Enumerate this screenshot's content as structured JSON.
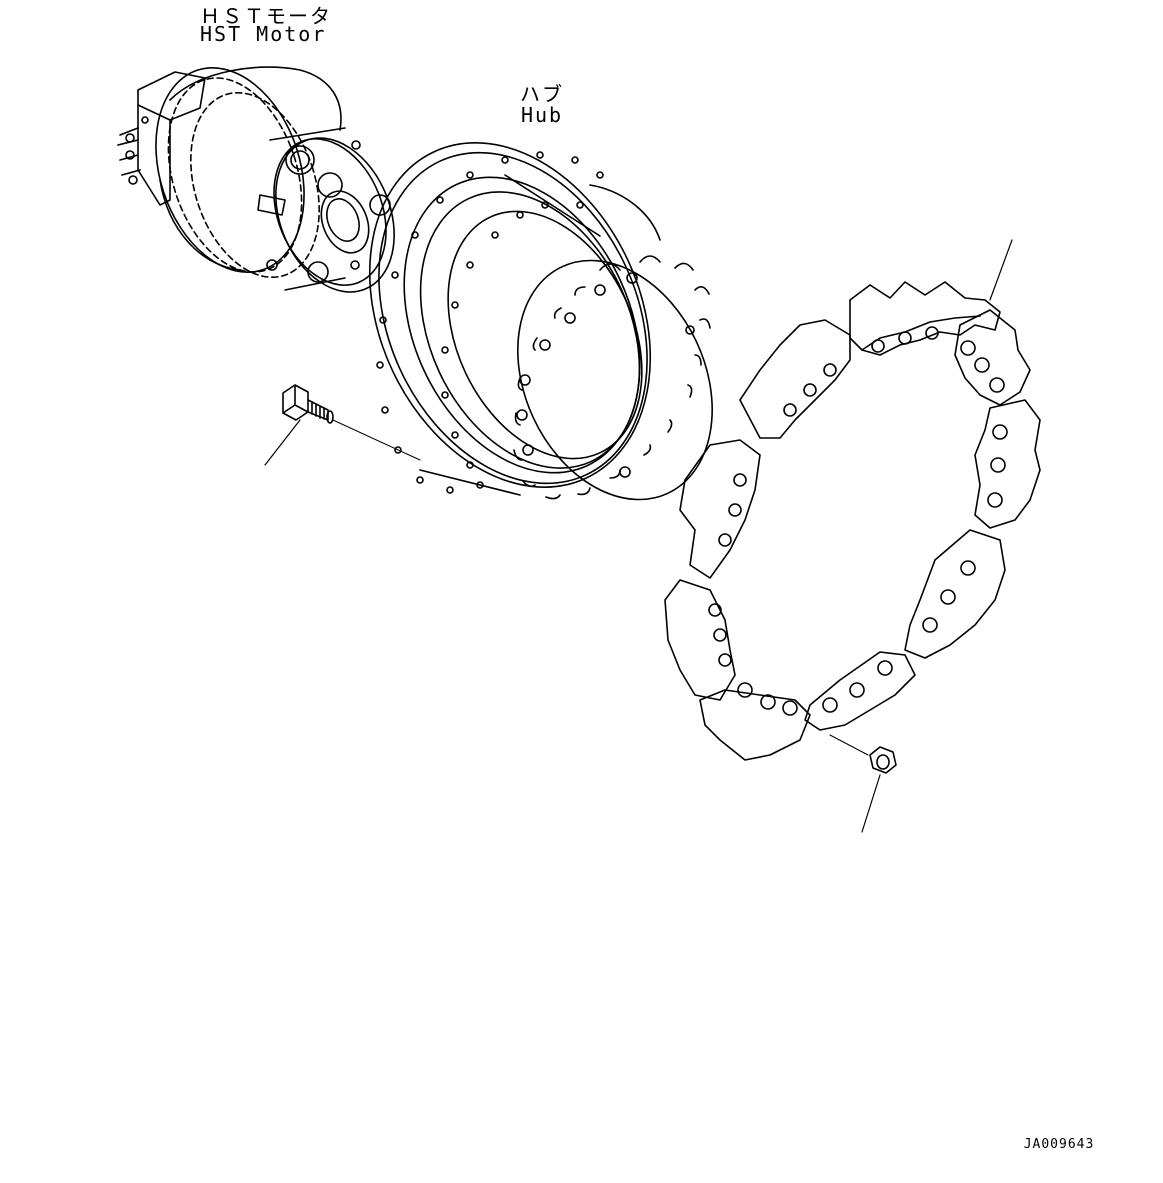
{
  "labels": {
    "motor_jp": "ＨＳＴモータ",
    "motor_en": "HST Motor",
    "hub_jp": "ハブ",
    "hub_en": "Hub",
    "drawing_number": "JA009643"
  },
  "icons": [
    "hst-motor-icon",
    "hub-icon",
    "bolt-icon",
    "sprocket-segment-icon",
    "nut-icon"
  ],
  "colors": {
    "line": "#000000",
    "background": "#ffffff"
  }
}
